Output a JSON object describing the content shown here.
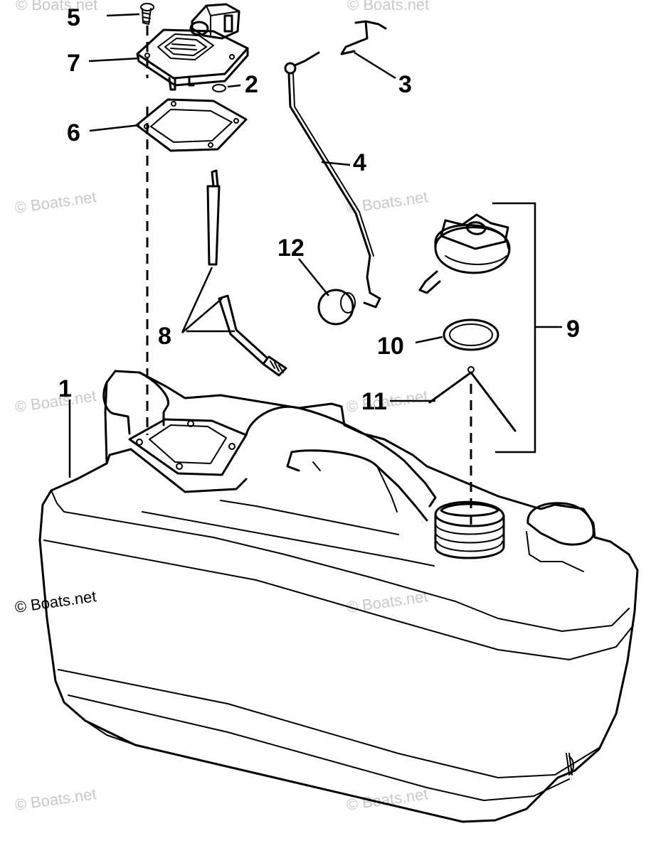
{
  "callouts": {
    "c1": "1",
    "c2": "2",
    "c3": "3",
    "c4": "4",
    "c5": "5",
    "c6": "6",
    "c7": "7",
    "c8": "8",
    "c9": "9",
    "c10": "10",
    "c11": "11",
    "c12": "12"
  },
  "watermark": {
    "text": "© Boats.net"
  }
}
